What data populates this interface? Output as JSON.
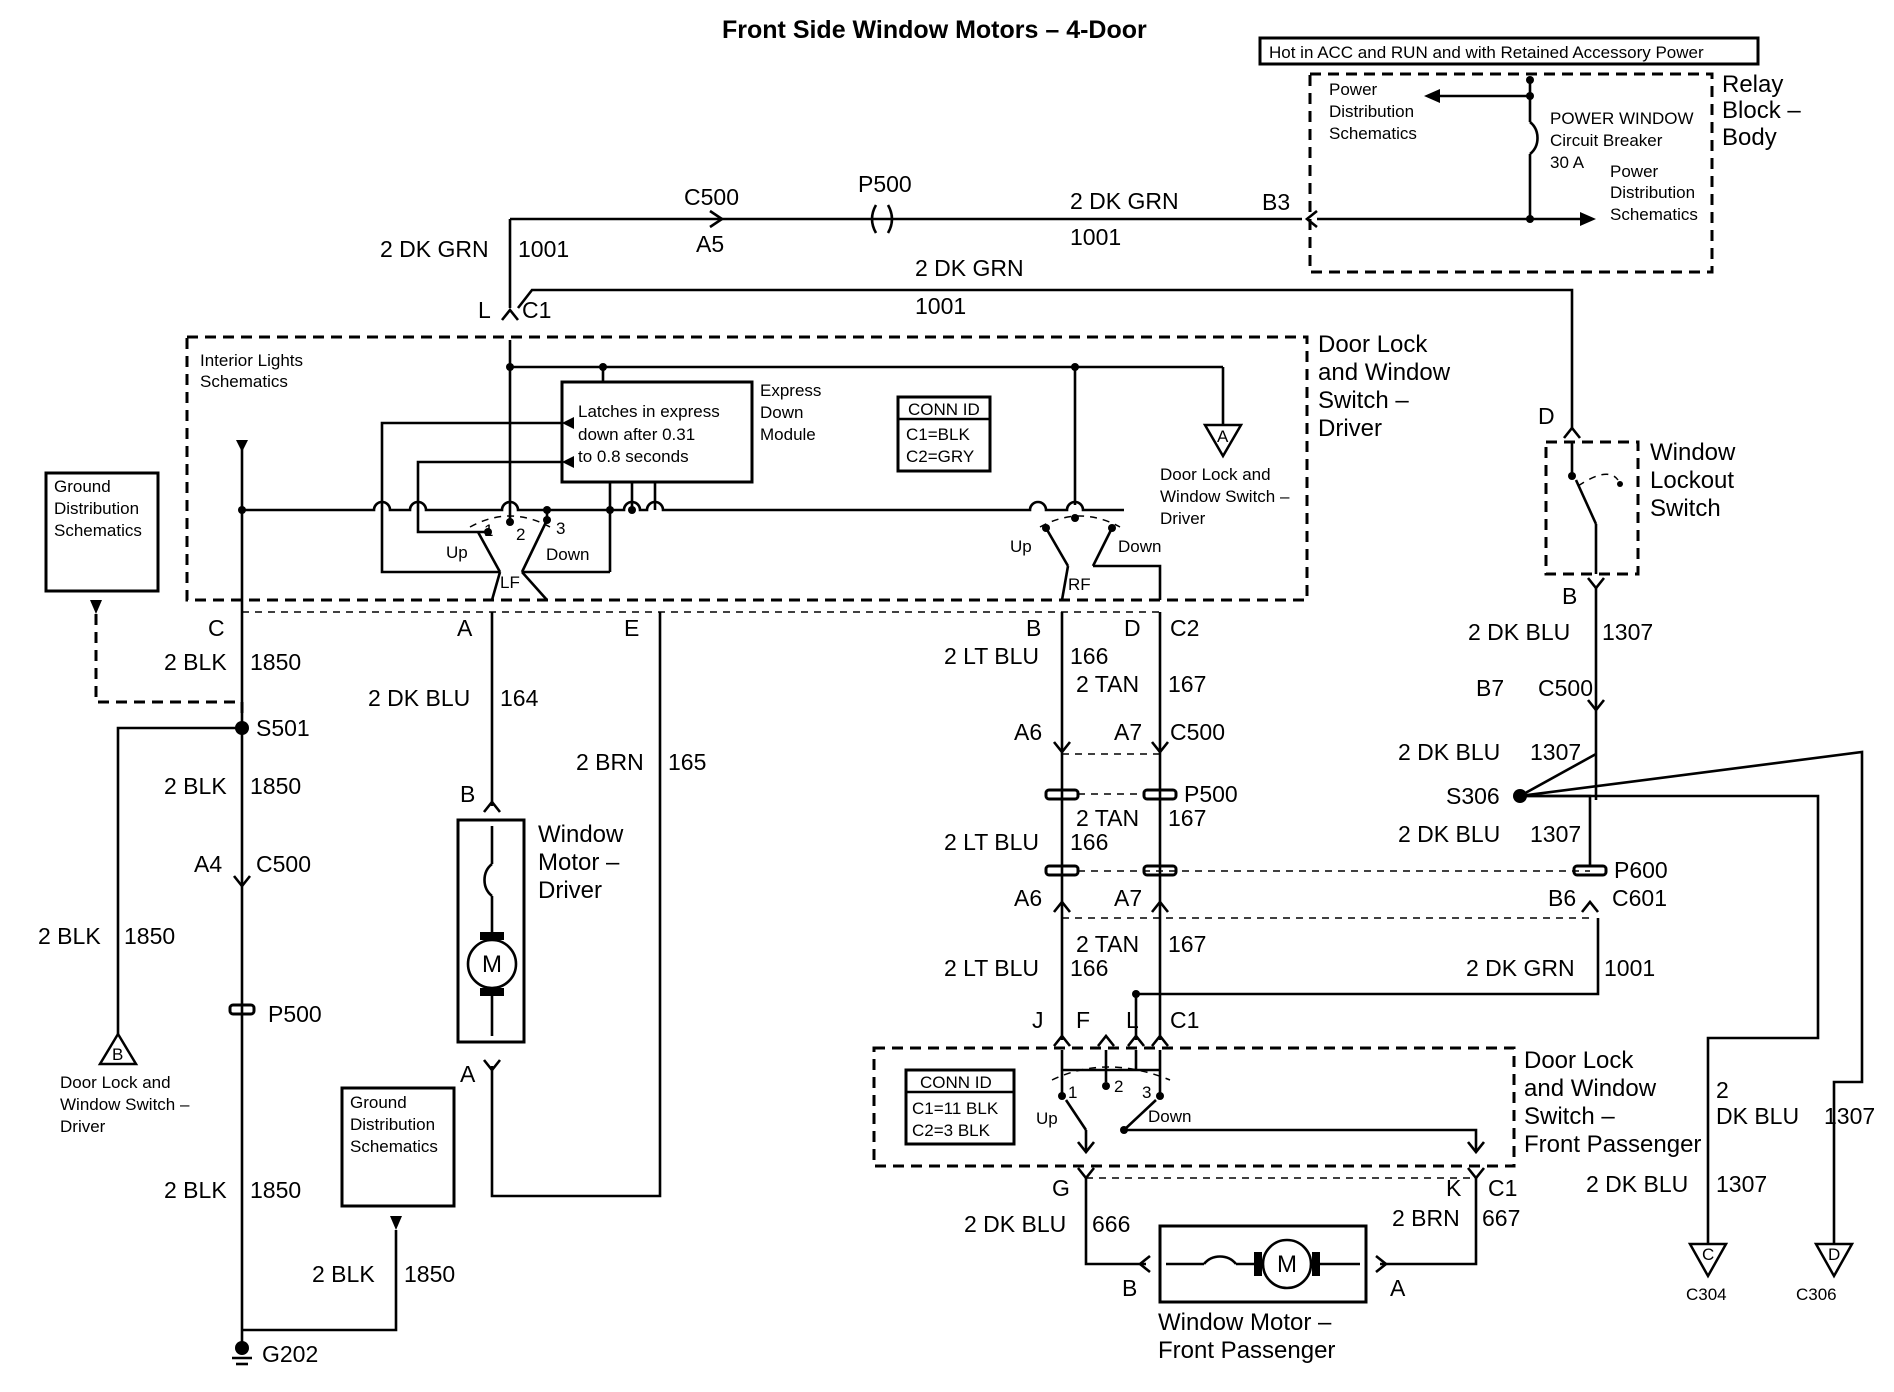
{
  "title": "Front Side Window Motors – 4-Door",
  "hot_label": "Hot in ACC and RUN and with Retained Accessory Power",
  "relay_block": {
    "name": [
      "Relay",
      "Block –",
      "Body"
    ],
    "pds_top": [
      "Power",
      "Distribution",
      "Schematics"
    ],
    "breaker": [
      "POWER WINDOW",
      "Circuit Breaker",
      "30 A"
    ],
    "pds_bottom": [
      "Power",
      "Distribution",
      "Schematics"
    ],
    "pin": "B3"
  },
  "feed": {
    "c500": "C500",
    "a5": "A5",
    "p500": "P500",
    "wire_right": "2 DK GRN",
    "circuit_right": "1001",
    "wire_left": "2 DK GRN",
    "circuit_left": "1001",
    "wire_branch": "2 DK GRN",
    "circuit_branch": "1001",
    "pin_l": "L",
    "conn_c1": "C1"
  },
  "driver_switch": {
    "name": [
      "Door Lock",
      "and Window",
      "Switch –",
      "Driver"
    ],
    "interior": [
      "Interior Lights",
      "Schematics"
    ],
    "express_text": [
      "Latches in express",
      "down after 0.31",
      "to 0.8 seconds"
    ],
    "express_name": [
      "Express",
      "Down",
      "Module"
    ],
    "conn_id": [
      "CONN ID",
      "C1=BLK",
      "C2=GRY"
    ],
    "ref_label": [
      "Door Lock and",
      "Window Switch –",
      "Driver"
    ],
    "ref_a": "A",
    "lf": {
      "up": "Up",
      "down": "Down",
      "name": "LF",
      "n1": "1",
      "n2": "2",
      "n3": "3"
    },
    "rf": {
      "up": "Up",
      "down": "Down",
      "name": "RF"
    },
    "pins": {
      "c": "C",
      "a": "A",
      "e": "E",
      "b": "B",
      "d": "D",
      "c2": "C2"
    }
  },
  "ground_left": {
    "box": [
      "Ground",
      "Distribution",
      "Schematics"
    ],
    "wire1": "2 BLK",
    "circuit1": "1850",
    "splice": "S501",
    "wire2": "2 BLK",
    "circuit2": "1850",
    "a4": "A4",
    "c500": "C500",
    "p500": "P500",
    "branch_wire": "2 BLK",
    "branch_circuit": "1850",
    "ref_b": "B",
    "ref_label": [
      "Door Lock and",
      "Window Switch –",
      "Driver"
    ],
    "wire3": "2 BLK",
    "circuit3": "1850",
    "box2": [
      "Ground",
      "Distribution",
      "Schematics"
    ],
    "wire4": "2 BLK",
    "circuit4": "1850",
    "ground": "G202"
  },
  "driver_motor": {
    "wire_a": "2 DK BLU",
    "circuit_a": "164",
    "wire_e": "2 BRN",
    "circuit_e": "165",
    "pin_b": "B",
    "pin_a": "A",
    "name": [
      "Window",
      "Motor –",
      "Driver"
    ],
    "m": "M"
  },
  "center_wires": {
    "wire166": "2 LT BLU",
    "c166": "166",
    "wire167": "2 TAN",
    "c167": "167",
    "a6": "A6",
    "a7": "A7",
    "c500": "C500",
    "p500": "P500",
    "wire167b": "2 TAN",
    "c167b": "167",
    "wire166b": "2 LT BLU",
    "c166b": "166",
    "a6b": "A6",
    "a7b": "A7",
    "wire167c": "2 TAN",
    "c167c": "167",
    "wire166c": "2 LT BLU",
    "c166c": "166",
    "wire1001": "2 DK GRN",
    "c1001": "1001"
  },
  "lockout": {
    "pin_d": "D",
    "pin_b": "B",
    "name": [
      "Window",
      "Lockout",
      "Switch"
    ],
    "wire1": "2 DK BLU",
    "circuit1": "1307",
    "b7": "B7",
    "c500": "C500",
    "wire2": "2 DK BLU",
    "circuit2": "1307",
    "splice": "S306",
    "wire3": "2 DK BLU",
    "circuit3": "1307",
    "p600": "P600",
    "b6": "B6",
    "c601": "C601",
    "right_wire": [
      "2",
      "DK BLU"
    ],
    "right_circuit": "1307",
    "wire4": "2 DK BLU",
    "circuit4": "1307",
    "ref_c": "C",
    "ref_c_label": "C304",
    "ref_d": "D",
    "ref_d_label": "C306"
  },
  "pass_switch": {
    "pins_top": {
      "j": "J",
      "f": "F",
      "l": "L",
      "c1": "C1"
    },
    "name": [
      "Door Lock",
      "and Window",
      "Switch –",
      "Front Passenger"
    ],
    "conn_id": [
      "CONN ID",
      "C1=11 BLK",
      "C2=3 BLK"
    ],
    "up": "Up",
    "down": "Down",
    "n1": "1",
    "n2": "2",
    "n3": "3",
    "pins_bottom": {
      "g": "G",
      "k": "K",
      "c1": "C1"
    }
  },
  "pass_motor": {
    "wire_g": "2 DK BLU",
    "circuit_g": "666",
    "wire_k": "2 BRN",
    "circuit_k": "667",
    "pin_b": "B",
    "pin_a": "A",
    "m": "M",
    "name": [
      "Window Motor –",
      "Front Passenger"
    ]
  }
}
